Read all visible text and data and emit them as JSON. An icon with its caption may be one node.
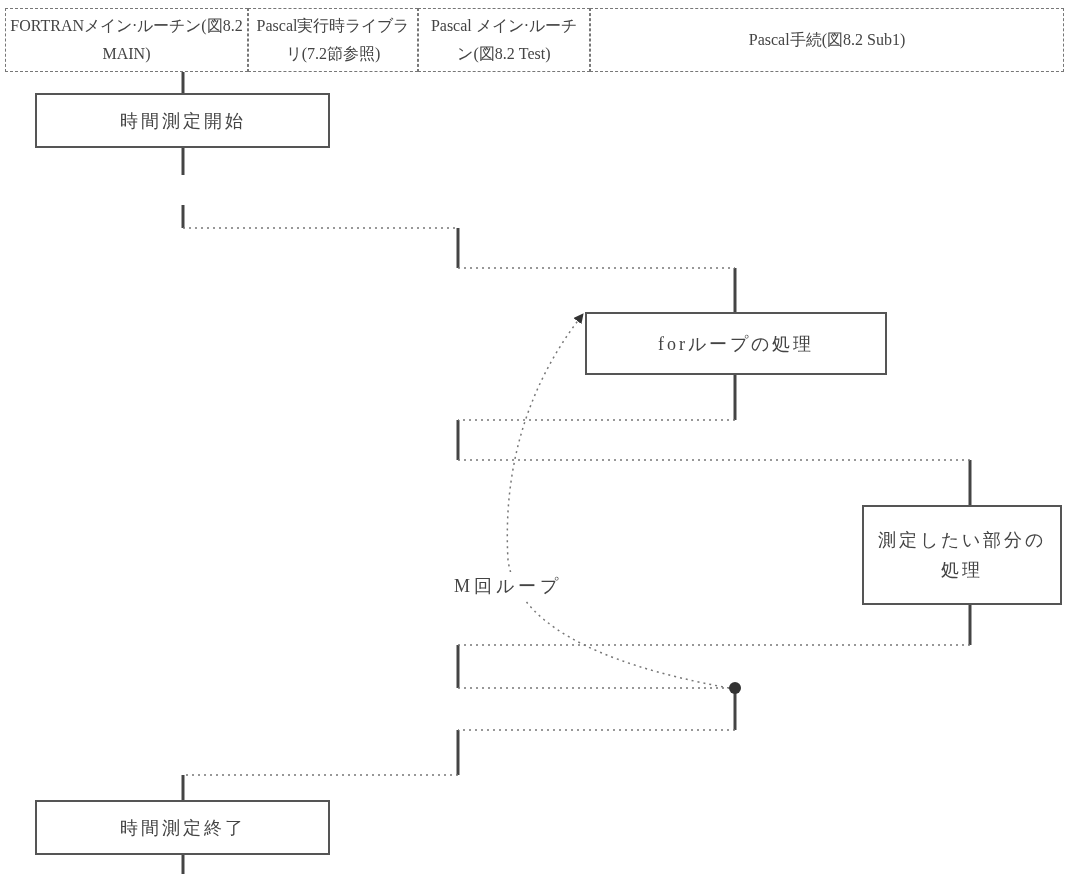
{
  "diagram": {
    "nodes": [
      {
        "text": [
          "FORTRANメイン·ルーチン(図8.2 MAIN)"
        ]
      },
      {
        "text": [
          "Pascal実行時ライブラリ(7.2節参照)"
        ]
      },
      {
        "text": [
          "Pascal メイン·ルーチン(図8.2 Test)"
        ]
      },
      {
        "text": [
          "Pascal手続(図8.2 Sub1)"
        ]
      },
      {
        "text": [
          "時間測定開始"
        ]
      },
      {
        "text": [
          "forループの処理"
        ]
      },
      {
        "text": [
          "測定したい部分の処理"
        ]
      },
      {
        "text": [
          "時間測定終了"
        ]
      },
      {
        "text": [],
        "shape": "circle"
      }
    ],
    "edges": [
      {
        "from": 8,
        "to": 5,
        "arrow": "to",
        "label": "M回ループ",
        "style": "dashed"
      }
    ]
  }
}
